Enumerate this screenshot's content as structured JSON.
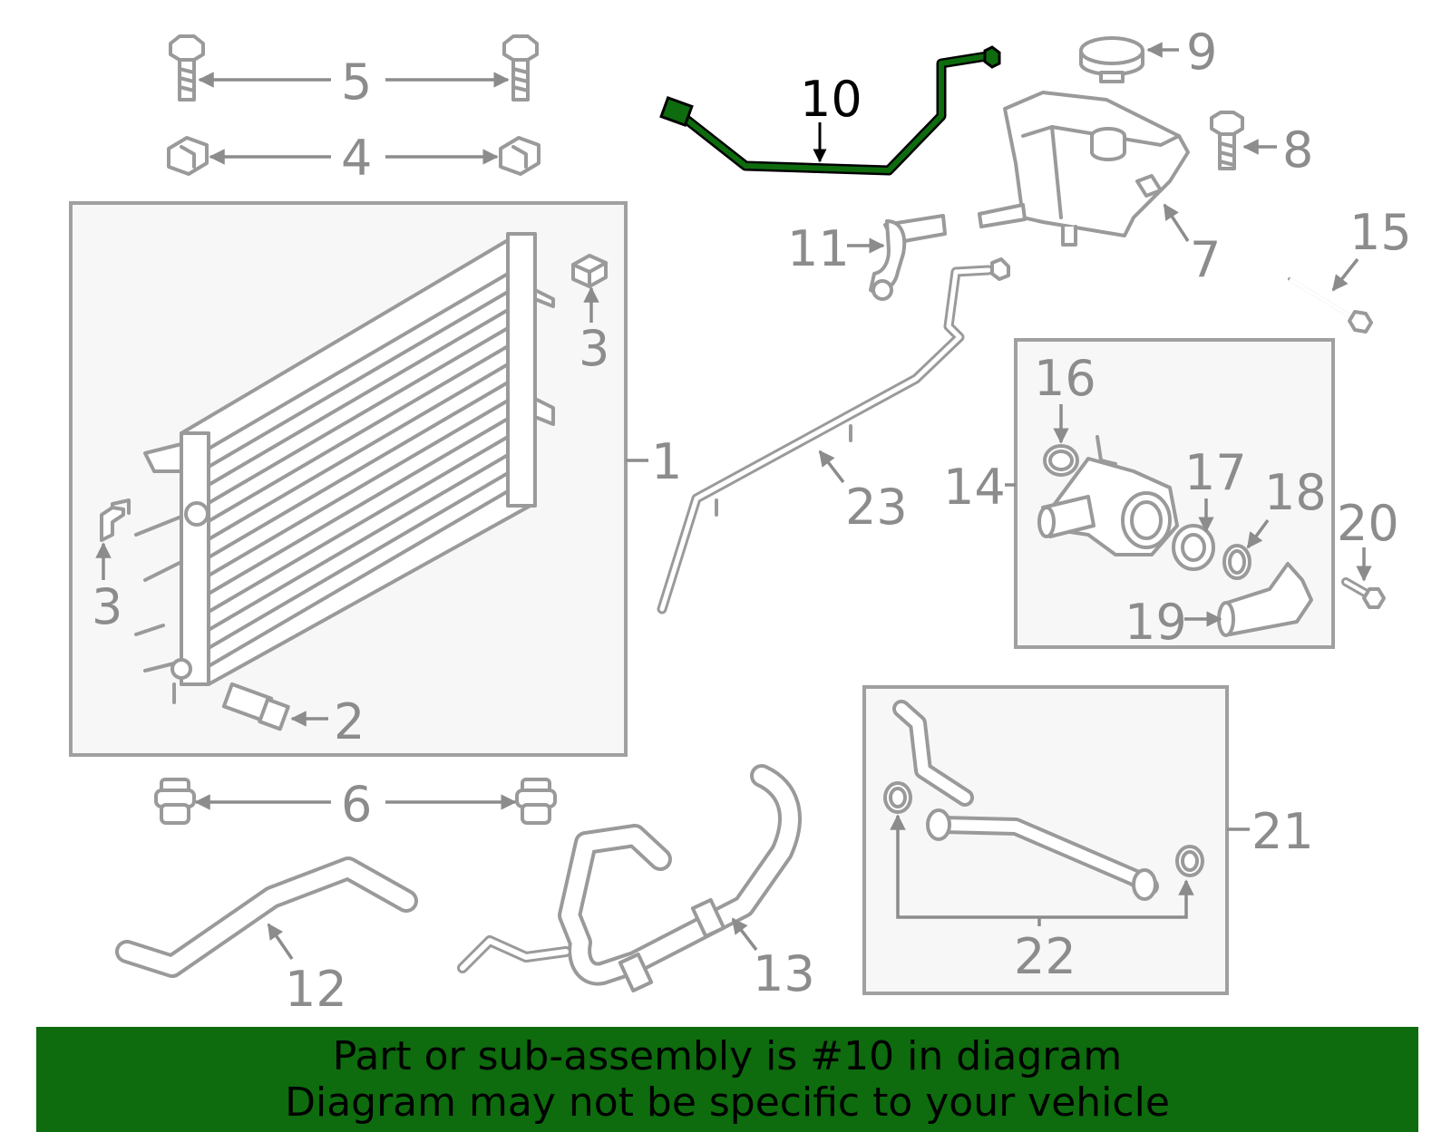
{
  "highlight_color": "#0e6b0e",
  "highlighted_part": "10",
  "callouts": {
    "p1": "1",
    "p2": "2",
    "p3a": "3",
    "p3b": "3",
    "p4": "4",
    "p5": "5",
    "p6": "6",
    "p7": "7",
    "p8": "8",
    "p9": "9",
    "p10": "10",
    "p11": "11",
    "p12": "12",
    "p13": "13",
    "p14": "14",
    "p15": "15",
    "p16": "16",
    "p17": "17",
    "p18": "18",
    "p19": "19",
    "p20": "20",
    "p21": "21",
    "p22": "22",
    "p23": "23"
  },
  "banner": {
    "line1": "Part or sub-assembly is #10 in diagram",
    "line2": "Diagram may not be specific to your vehicle"
  }
}
